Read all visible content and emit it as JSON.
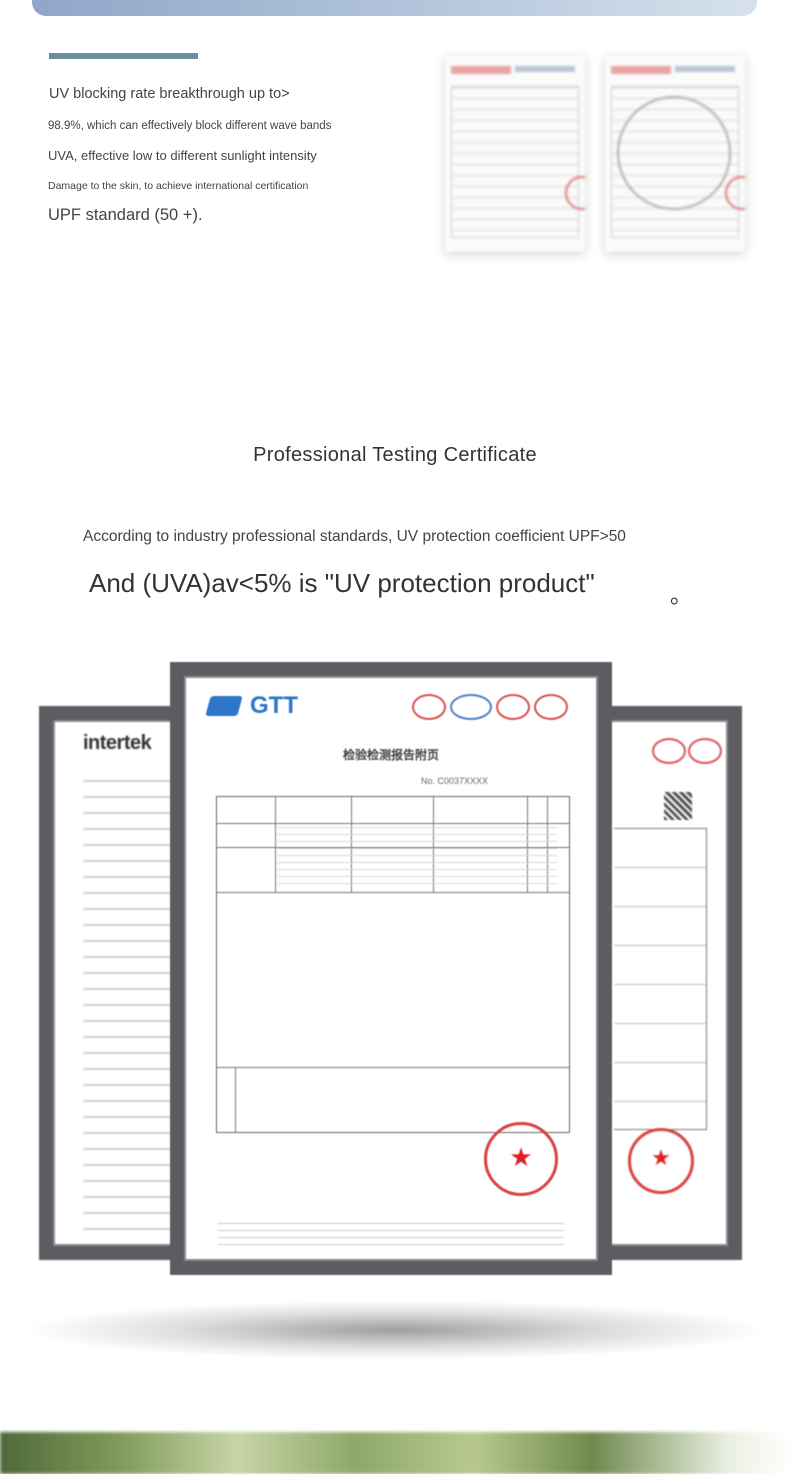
{
  "uv_info": {
    "line1": "UV blocking rate breakthrough up to>",
    "line2": "98.9%, which can effectively block different wave bands",
    "line3": "UVA, effective low to different sunlight intensity",
    "line4": "Damage to the skin, to achieve international certification",
    "line5": "UPF standard (50 +)."
  },
  "certificate_section": {
    "title": "Professional Testing Certificate",
    "standards_text": "According to industry professional standards, UV protection coefficient UPF>50",
    "uva_text": "And (UVA)av<5% is \"UV protection product\"",
    "period_mark": "。"
  },
  "certificates": {
    "left_logo": "intertek",
    "main_logo": "GTT",
    "main_title": "检验检测报告附页",
    "main_report_no": "No. C0037XXXX"
  },
  "colors": {
    "accent_bar": "#6b8f9c",
    "frame": "#5c5c62",
    "gtt_blue": "#2f75c9",
    "seal_red": "#d94141"
  }
}
